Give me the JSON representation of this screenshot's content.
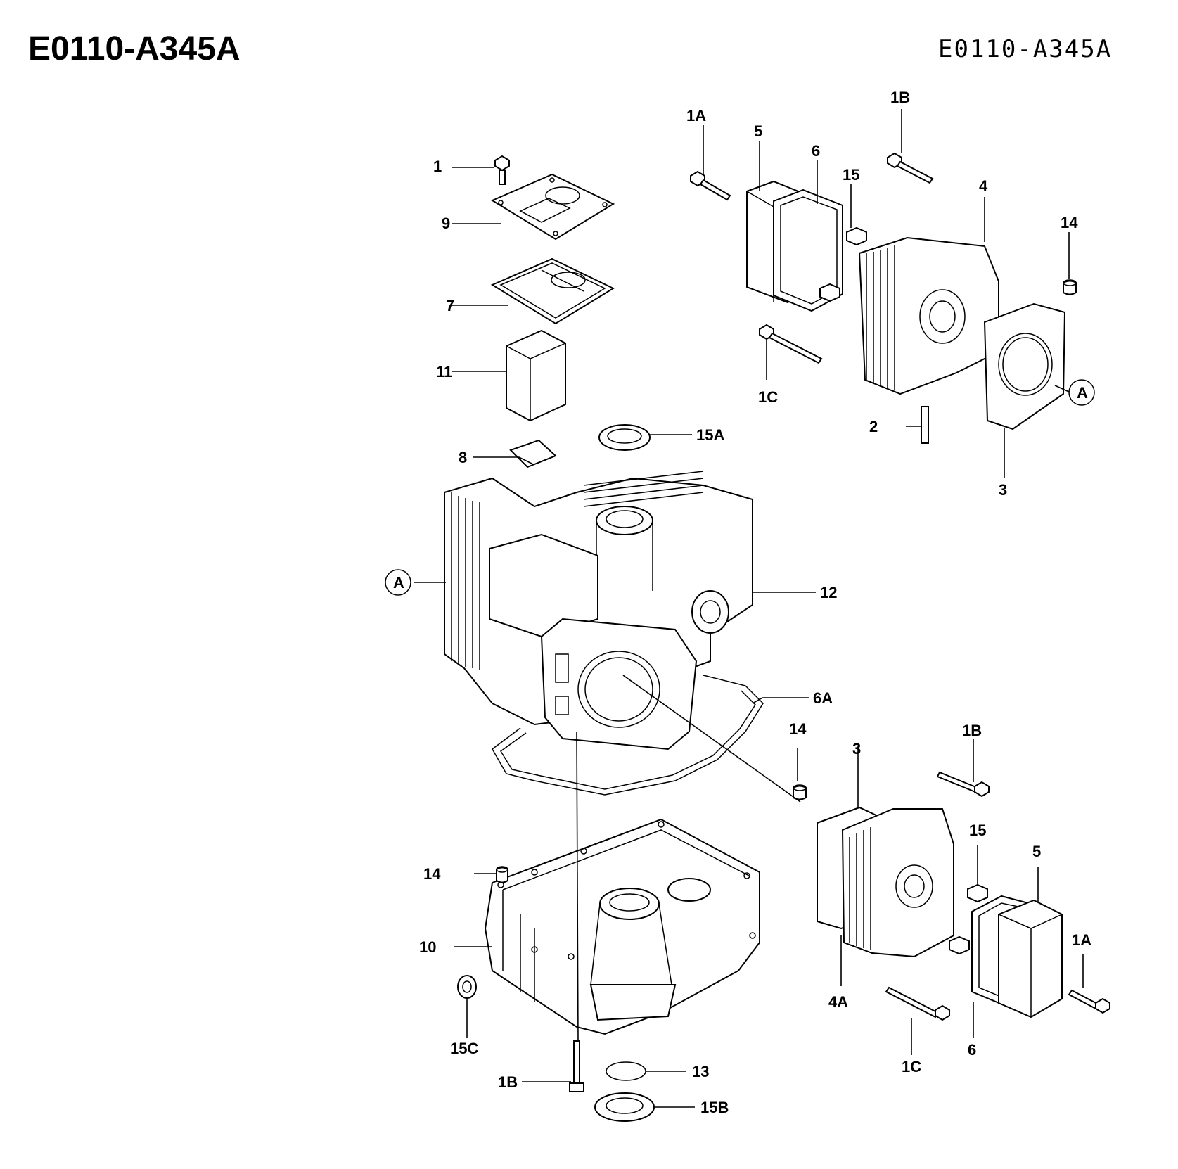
{
  "header": {
    "title_left": "E0110-A345A",
    "title_right": "E0110-A345A"
  },
  "callouts": {
    "c1": "1",
    "c9": "9",
    "c7": "7",
    "c11": "11",
    "c8": "8",
    "c15A": "15A",
    "cA_left": "A",
    "c12": "12",
    "c6A": "6A",
    "c1A_top": "1A",
    "c5_top": "5",
    "c6_top": "6",
    "c15_top": "15",
    "c1B_top": "1B",
    "c4": "4",
    "c14_top": "14",
    "cA_right": "A",
    "c1C_top": "1C",
    "c2": "2",
    "c3_top": "3",
    "c14_mid": "14",
    "c3_mid": "3",
    "c1B_mid": "1B",
    "c15_mid": "15",
    "c5_bot": "5",
    "c1A_bot": "1A",
    "c4A": "4A",
    "c1C_bot": "1C",
    "c6_bot": "6",
    "c14_left": "14",
    "c10": "10",
    "c15C": "15C",
    "c1B_bot": "1B",
    "c13": "13",
    "c15B": "15B"
  }
}
